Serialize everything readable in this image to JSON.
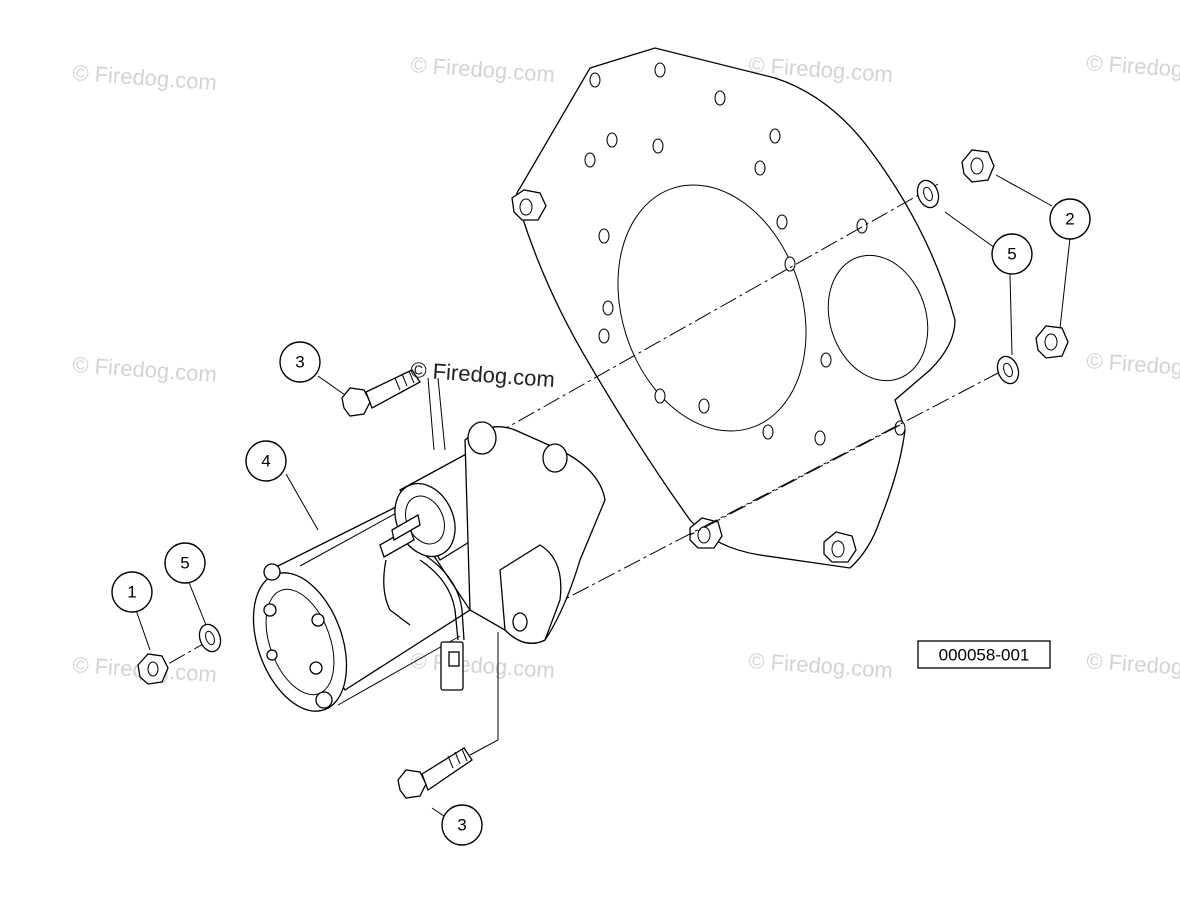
{
  "diagram": {
    "reference_number": "000058-001",
    "watermark_text": "© Firedog.com",
    "callouts": [
      {
        "id": "c1",
        "label": "1"
      },
      {
        "id": "c2",
        "label": "2"
      },
      {
        "id": "c3a",
        "label": "3"
      },
      {
        "id": "c3b",
        "label": "3"
      },
      {
        "id": "c4",
        "label": "4"
      },
      {
        "id": "c5a",
        "label": "5"
      },
      {
        "id": "c5b",
        "label": "5"
      }
    ]
  },
  "colors": {
    "line": "#000000",
    "background": "#ffffff",
    "watermark": "#d3d3d3"
  }
}
